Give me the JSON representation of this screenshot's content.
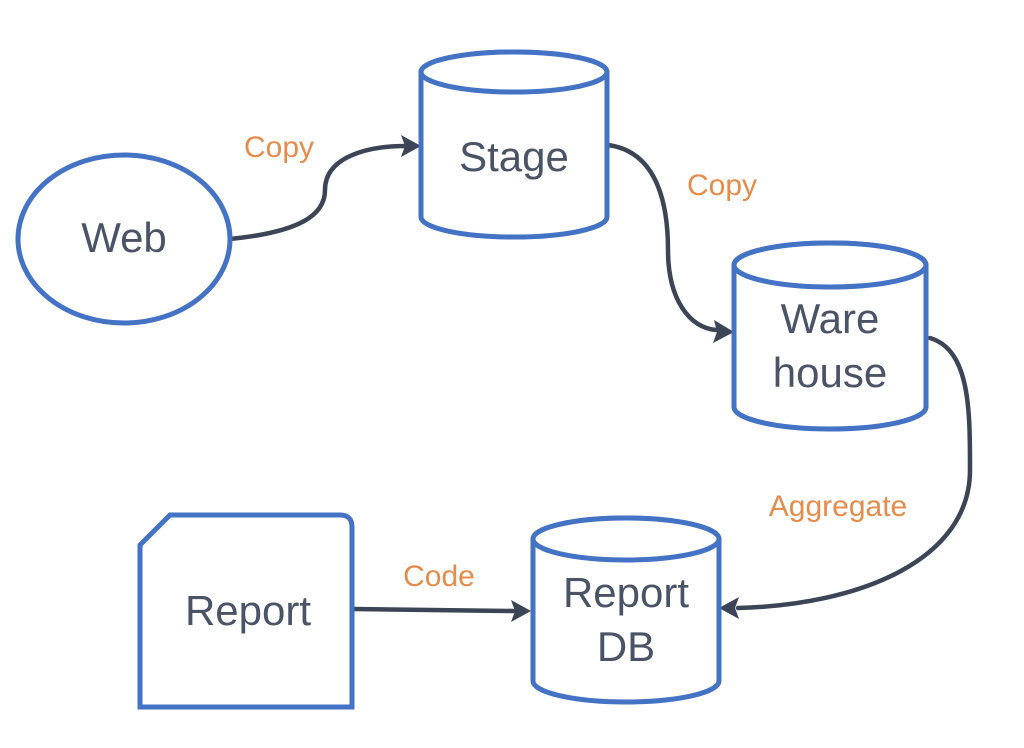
{
  "colors": {
    "node_stroke": "#4472c4",
    "node_text": "#4a5466",
    "edge_line": "#3b4556",
    "edge_label": "#e58c4c"
  },
  "nodes": {
    "web": {
      "label": "Web",
      "shape": "ellipse"
    },
    "stage": {
      "label": "Stage",
      "shape": "cylinder"
    },
    "warehouse": {
      "label_line1": "Ware",
      "label_line2": "house",
      "shape": "cylinder"
    },
    "report_db": {
      "label_line1": "Report",
      "label_line2": "DB",
      "shape": "cylinder"
    },
    "report": {
      "label": "Report",
      "shape": "document"
    }
  },
  "edges": {
    "web_to_stage": {
      "label": "Copy"
    },
    "stage_to_warehouse": {
      "label": "Copy"
    },
    "warehouse_to_report_db": {
      "label": "Aggregate"
    },
    "report_to_report_db": {
      "label": "Code"
    }
  }
}
